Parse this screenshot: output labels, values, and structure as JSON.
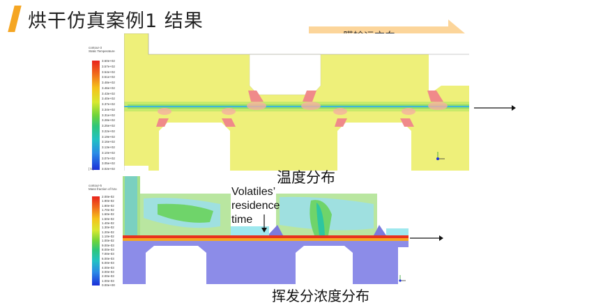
{
  "header": {
    "title": "烘干仿真案例1 结果",
    "accent_color": "#f5a623"
  },
  "flow_direction": {
    "label": "膜输运方向",
    "color": "#fcd59a"
  },
  "temperature_panel": {
    "caption": "温度分布",
    "legend_title": [
      "contour-3",
      "Static Temperature"
    ],
    "legend_values": [
      "3.60e+02",
      "3.57e+02",
      "3.54e+02",
      "3.51e+02",
      "3.48e+02",
      "3.46e+02",
      "3.43e+02",
      "3.40e+02",
      "3.37e+02",
      "3.34e+02",
      "3.31e+02",
      "3.28e+02",
      "3.25e+02",
      "3.22e+02",
      "3.19e+02",
      "3.16e+02",
      "3.13e+02",
      "3.10e+02",
      "3.07e+02",
      "3.05e+02",
      "3.02e+02"
    ],
    "legend_footer": "[ k ]"
  },
  "volatile_panel": {
    "caption": "挥发分浓度分布",
    "legend_title": [
      "contour-5",
      "Mass fraction of h2o"
    ],
    "legend_values": [
      "2.00e-02",
      "1.90e-02",
      "1.80e-02",
      "1.70e-02",
      "1.60e-02",
      "1.50e-02",
      "1.40e-02",
      "1.30e-02",
      "1.20e-02",
      "1.10e-02",
      "1.00e-02",
      "9.00e-03",
      "8.00e-03",
      "7.00e-03",
      "6.00e-03",
      "5.00e-03",
      "4.00e-03",
      "3.00e-03",
      "2.00e-03",
      "1.00e-03",
      "0.00e+00"
    ],
    "annotation": [
      "Volatiles’",
      "residence",
      "time"
    ]
  },
  "icons": [
    "right-arrow-icon",
    "axis-triad-icon"
  ]
}
